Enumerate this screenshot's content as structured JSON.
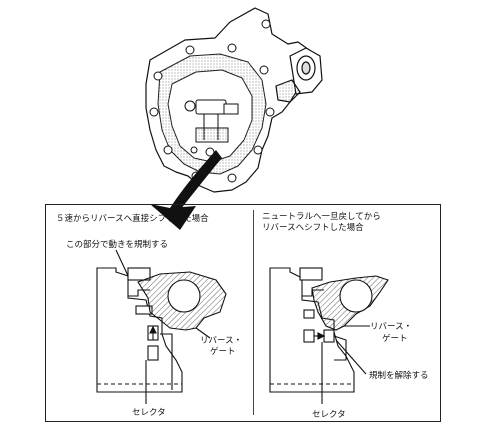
{
  "left_panel": {
    "title": "５速からリバースへ直接シフトした場合",
    "restrict_note": "この部分で動きを規制する",
    "reverse_gate_line1": "リバース・",
    "reverse_gate_line2": "ゲート",
    "selector": "セレクタ"
  },
  "right_panel": {
    "title_line1": "ニュートラルへ一旦戻してから",
    "title_line2": "リバースへシフトした場合",
    "reverse_gate_line1": "リバース・",
    "reverse_gate_line2": "ゲート",
    "release_note": "規制を解除する",
    "selector": "セレクタ"
  },
  "colors": {
    "ink": "#111111",
    "background": "#ffffff",
    "hatch": "#555555"
  }
}
